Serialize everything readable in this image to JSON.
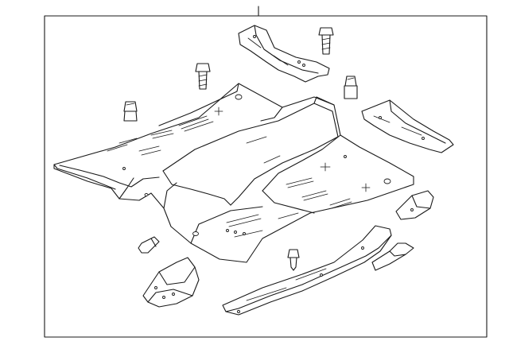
{
  "diagram": {
    "kind": "exploded-parts-illustration",
    "parts": [
      {
        "id": "floor-pan",
        "icon": "floor-pan-icon"
      },
      {
        "id": "rear-crossmember-bracket",
        "icon": "bracket-icon"
      },
      {
        "id": "right-seat-crossmember",
        "icon": "bracket-icon"
      },
      {
        "id": "front-extension-bracket",
        "icon": "bracket-icon"
      },
      {
        "id": "rocker-reinforcement",
        "icon": "rail-icon"
      },
      {
        "id": "small-side-bracket",
        "icon": "bracket-icon"
      },
      {
        "id": "brace-strip",
        "icon": "strip-icon"
      },
      {
        "id": "bolt-1",
        "icon": "bolt-icon"
      },
      {
        "id": "bolt-2",
        "icon": "bolt-icon"
      },
      {
        "id": "bolt-3",
        "icon": "bolt-icon"
      },
      {
        "id": "bolt-4",
        "icon": "bolt-icon"
      },
      {
        "id": "plug-1",
        "icon": "plug-icon"
      },
      {
        "id": "plug-2",
        "icon": "plug-icon"
      }
    ],
    "colors": {
      "line": "#1a1a1a",
      "background": "#ffffff"
    }
  }
}
